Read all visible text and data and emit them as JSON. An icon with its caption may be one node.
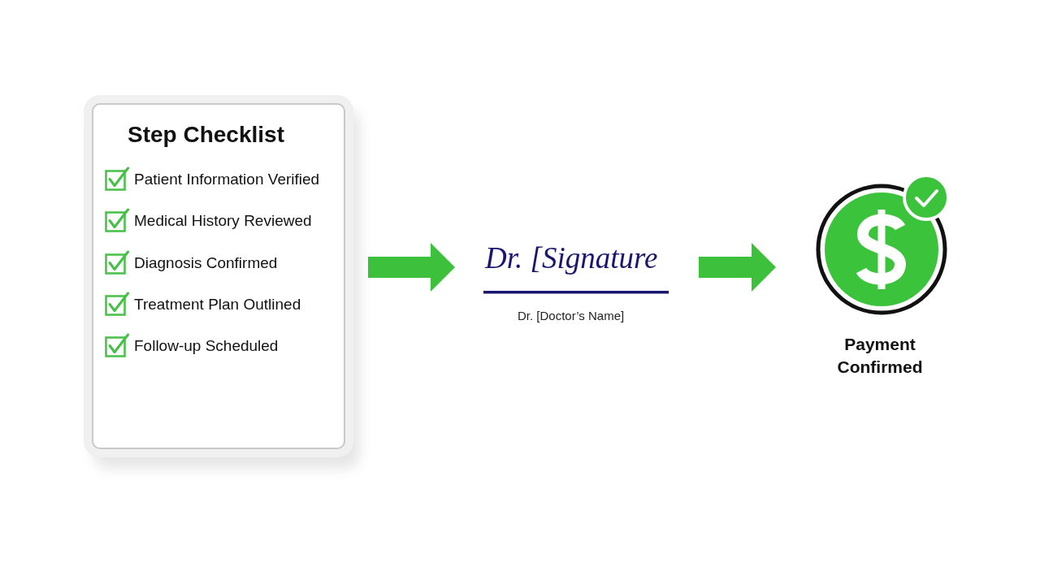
{
  "diagram": {
    "nodes": [
      {
        "text": [
          "Step Checklist",
          "Patient Information Verified",
          "Medical History Reviewed",
          "Diagnosis Confirmed",
          "Treatment Plan Outlined",
          "Follow-up Scheduled"
        ]
      },
      {
        "text": [
          "Dr. [Signature",
          "Dr. [Doctor’s Name]"
        ]
      },
      {
        "text": [
          "Payment Confirmed"
        ]
      }
    ],
    "edges": [
      {
        "from": 0,
        "to": 1,
        "arrow": "to"
      },
      {
        "from": 1,
        "to": 2,
        "arrow": "to"
      }
    ]
  }
}
